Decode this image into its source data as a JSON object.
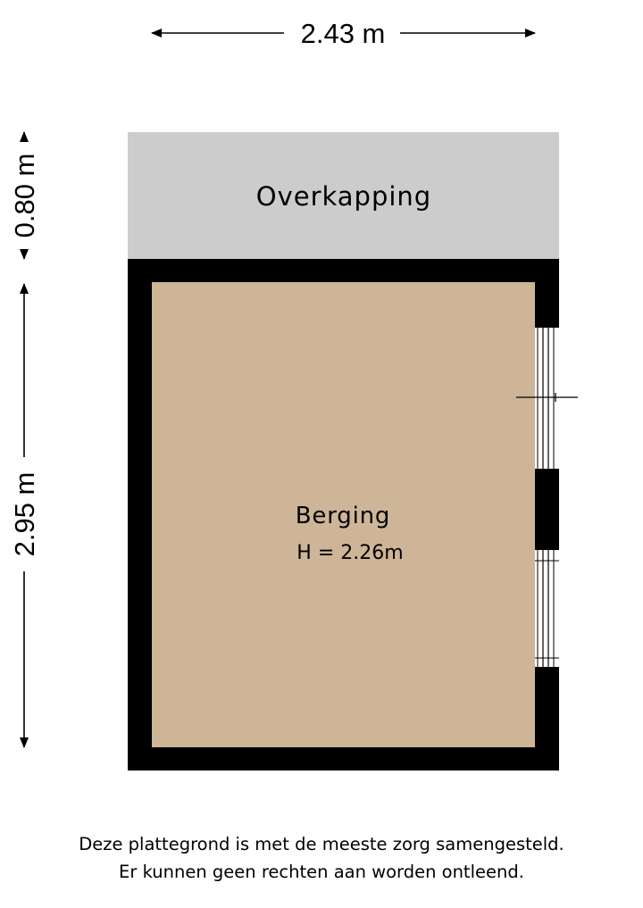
{
  "dimensions": {
    "width": "2.43 m",
    "height_overkapping": "0.80 m",
    "height_berging": "2.95 m"
  },
  "rooms": {
    "overkapping": {
      "name": "Overkapping"
    },
    "berging": {
      "name": "Berging",
      "height": "H = 2.26m"
    }
  },
  "colors": {
    "wall": "#000000",
    "overkapping_fill": "#cccccc",
    "berging_fill": "#ceb597"
  },
  "disclaimer": {
    "line1": "Deze plattegrond is met de meeste zorg samengesteld.",
    "line2": "Er kunnen geen rechten aan worden ontleend."
  }
}
